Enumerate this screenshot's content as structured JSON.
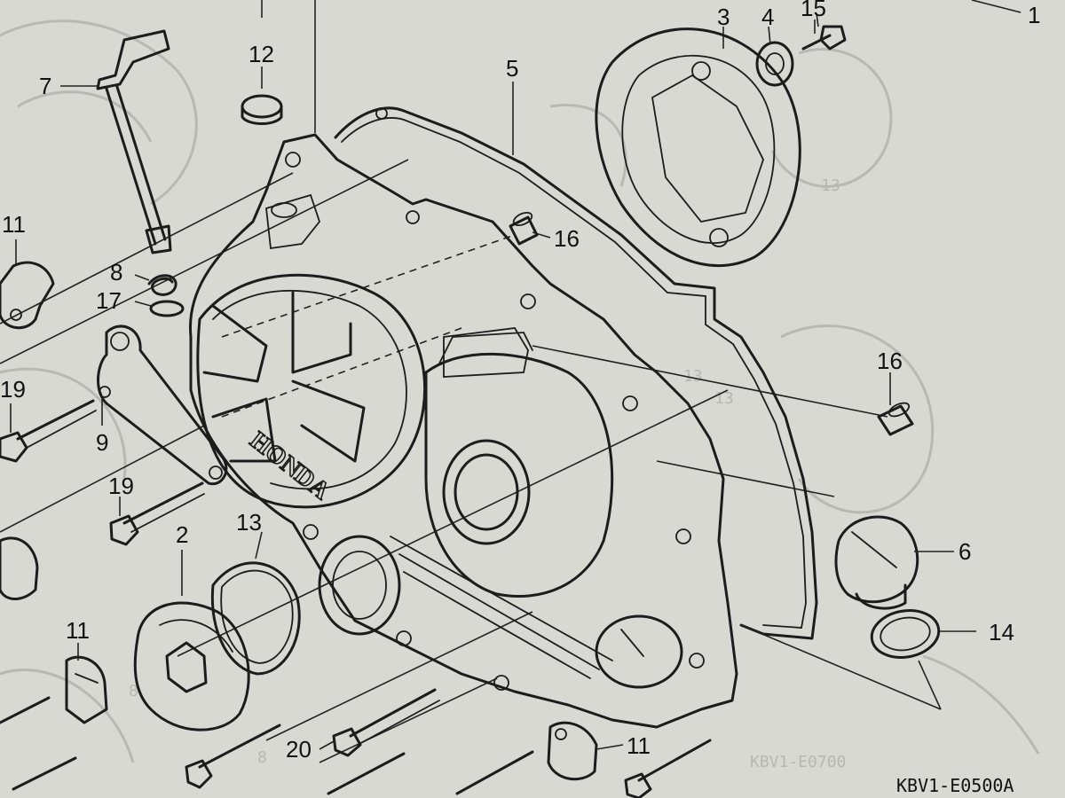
{
  "diagram": {
    "brand_text": "HONDA",
    "figure_code": "KBV1-E0500A",
    "ghost_code": "KBV1-E0700",
    "ghost_labels": [
      "13",
      "13",
      "13",
      "8",
      "8"
    ],
    "callouts": [
      {
        "id": "1",
        "text": "1"
      },
      {
        "id": "2",
        "text": "2"
      },
      {
        "id": "3",
        "text": "3"
      },
      {
        "id": "4",
        "text": "4"
      },
      {
        "id": "5",
        "text": "5"
      },
      {
        "id": "6",
        "text": "6"
      },
      {
        "id": "7",
        "text": "7"
      },
      {
        "id": "8",
        "text": "8"
      },
      {
        "id": "9",
        "text": "9"
      },
      {
        "id": "11a",
        "text": "11"
      },
      {
        "id": "11b",
        "text": "11"
      },
      {
        "id": "11c",
        "text": "11"
      },
      {
        "id": "12",
        "text": "12"
      },
      {
        "id": "13",
        "text": "13"
      },
      {
        "id": "14",
        "text": "14"
      },
      {
        "id": "15",
        "text": "15"
      },
      {
        "id": "16a",
        "text": "16"
      },
      {
        "id": "16b",
        "text": "16"
      },
      {
        "id": "17",
        "text": "17"
      },
      {
        "id": "19a",
        "text": "19"
      },
      {
        "id": "19b",
        "text": "19"
      },
      {
        "id": "20",
        "text": "20"
      }
    ]
  }
}
